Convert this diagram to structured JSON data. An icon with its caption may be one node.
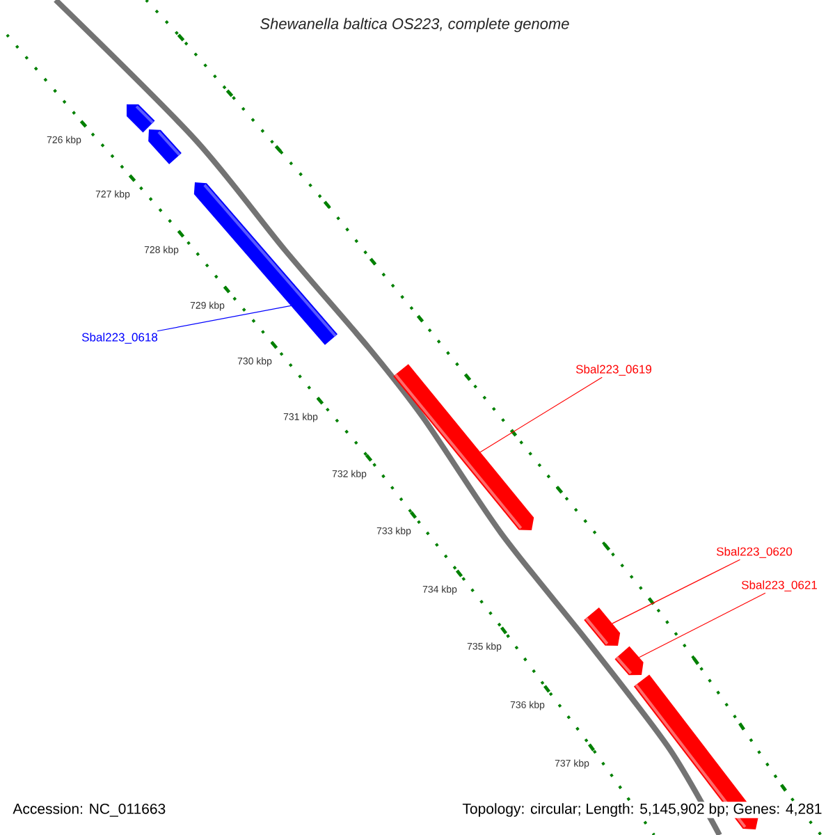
{
  "diagram": {
    "title": "Shewanella baltica OS223, complete genome",
    "nodes": [
      {
        "text": [],
        "shape": "bar"
      },
      {
        "text": [],
        "shape": "bar"
      },
      {
        "text": [],
        "shape": "bar"
      },
      {
        "text": [
          "Sbal223_0618"
        ]
      },
      {
        "text": [],
        "shape": "bar"
      },
      {
        "text": [
          "Sbal223_0619"
        ]
      },
      {
        "text": [],
        "shape": "bar"
      },
      {
        "text": [],
        "shape": "bar"
      },
      {
        "text": [],
        "shape": "bar"
      },
      {
        "text": [
          "Sbal223_0620"
        ]
      },
      {
        "text": [
          "Sbal223_0621"
        ]
      }
    ],
    "edges": [
      {
        "from": 3,
        "to": 2,
        "arrow": "none",
        "color": "#0000ff"
      },
      {
        "from": 5,
        "to": 4,
        "arrow": "none"
      },
      {
        "from": 9,
        "to": 6,
        "arrow": "none"
      },
      {
        "from": 10,
        "to": 7,
        "arrow": "none"
      }
    ],
    "labels": [
      "726 kbp",
      "727 kbp",
      "728 kbp",
      "729 kbp",
      "730 kbp",
      "731 kbp",
      "732 kbp",
      "733 kbp",
      "734 kbp",
      "735 kbp",
      "736 kbp",
      "737 kbp",
      "Accession: NC_011663",
      "Topology: circular; Length: 5,145,902 bp; Genes: 4,281"
    ]
  }
}
